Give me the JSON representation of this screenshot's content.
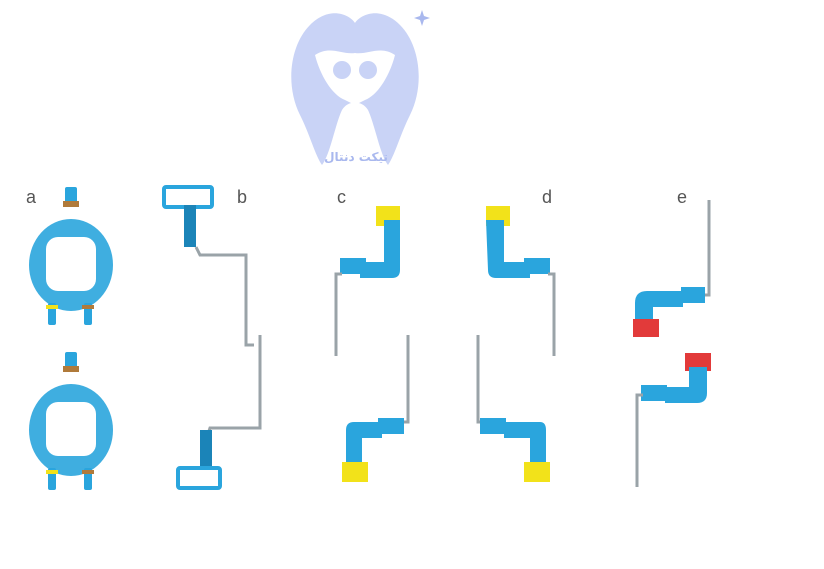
{
  "watermark": {
    "text": "تیکت دنتال",
    "color": "#a9b8ee"
  },
  "panels": [
    {
      "label": "a",
      "name": "ring"
    },
    {
      "label": "b",
      "name": "bitewing"
    },
    {
      "label": "c",
      "name": "anterior-left"
    },
    {
      "label": "d",
      "name": "anterior-right"
    },
    {
      "label": "e",
      "name": "endo"
    }
  ],
  "colors": {
    "blue": "#2aa5dd",
    "blue_dark": "#1b84b8",
    "yellow": "#f2e21a",
    "red": "#e23a3a",
    "wire": "#9aa3a8",
    "label": "#555555"
  }
}
